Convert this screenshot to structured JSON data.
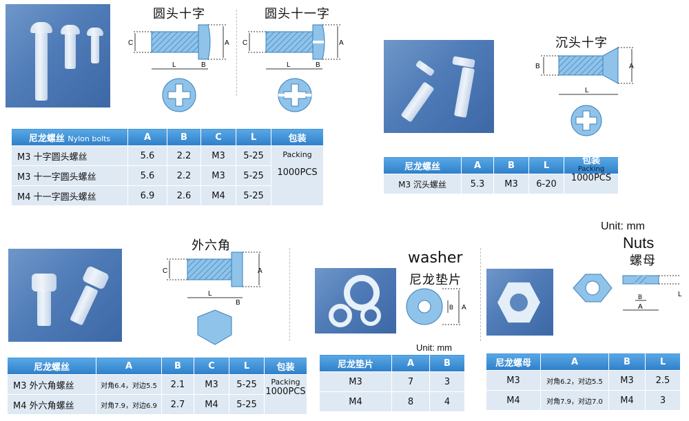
{
  "sections": {
    "round_cross": "圆头十字",
    "round_slot_cross": "圆头十一字",
    "countersunk_cross": "沉头十字",
    "hex_head": "外六角",
    "washer_en": "washer",
    "washer_cn": "尼龙垫片",
    "nuts_en": "Nuts",
    "nuts_cn": "螺母"
  },
  "unit_top": "Unit:   mm",
  "unit_washer": "Unit:   mm",
  "dims": {
    "A": "A",
    "B": "B",
    "C": "C",
    "L": "L"
  },
  "table1": {
    "h_name": "尼龙螺丝",
    "h_name_en": "Nylon bolts",
    "h_a": "A",
    "h_b": "B",
    "h_c": "C",
    "h_l": "L",
    "h_pack": "包装",
    "rows": [
      {
        "name": "M3 十字圆头螺丝",
        "a": "5.6",
        "b": "2.2",
        "c": "M3",
        "l": "5-25"
      },
      {
        "name": "M3 十一字圆头螺丝",
        "a": "5.6",
        "b": "2.2",
        "c": "M3",
        "l": "5-25"
      },
      {
        "name": "M4 十一字圆头螺丝",
        "a": "6.9",
        "b": "2.6",
        "c": "M4",
        "l": "5-25"
      }
    ],
    "packing": "Packing",
    "qty": "1000PCS"
  },
  "table2": {
    "h_name": "尼龙螺丝",
    "h_a": "A",
    "h_b": "B",
    "h_l": "L",
    "h_pack": "包装",
    "h_pack_en": "Packing",
    "row": {
      "name": "M3 沉头螺丝",
      "a": "5.3",
      "b": "M3",
      "l": "6-20"
    },
    "qty": "1000PCS"
  },
  "table3": {
    "h_name": "尼龙螺丝",
    "h_a": "A",
    "h_b": "B",
    "h_c": "C",
    "h_l": "L",
    "h_pack": "包装",
    "rows": [
      {
        "name": "M3 外六角螺丝",
        "a": "对角6.4，对边5.5",
        "b": "2.1",
        "c": "M3",
        "l": "5-25"
      },
      {
        "name": "M4 外六角螺丝",
        "a": "对角7.9，对边6.9",
        "b": "2.7",
        "c": "M4",
        "l": "5-25"
      }
    ],
    "packing": "Packing",
    "qty": "1000PCS"
  },
  "table4": {
    "h_name": "尼龙垫片",
    "h_a": "A",
    "h_b": "B",
    "rows": [
      {
        "name": "M3",
        "a": "7",
        "b": "3"
      },
      {
        "name": "M4",
        "a": "8",
        "b": "4"
      }
    ]
  },
  "table5": {
    "h_name": "尼龙螺母",
    "h_a": "A",
    "h_b": "B",
    "h_l": "L",
    "rows": [
      {
        "name": "M3",
        "a": "对角6.2，对边5.5",
        "b": "M3",
        "l": "2.5"
      },
      {
        "name": "M4",
        "a": "对角7.9，对边7.0",
        "b": "M4",
        "l": "3"
      }
    ]
  },
  "colors": {
    "header_blue": "#2f7fc9",
    "row_bg": "#dfe9f3",
    "diagram_blue": "#8fc3ea",
    "photo_blue": "#4f7bb7"
  }
}
